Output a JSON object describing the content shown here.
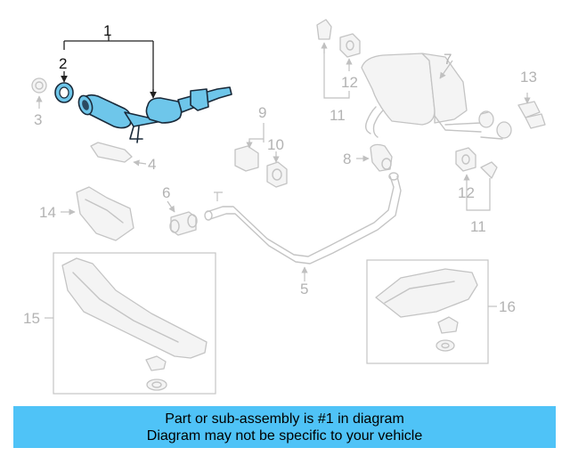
{
  "callouts": {
    "c1": "1",
    "c2": "2",
    "c3": "3",
    "c4": "4",
    "c5": "5",
    "c6": "6",
    "c7": "7",
    "c8": "8",
    "c9": "9",
    "c10": "10",
    "c11a": "11",
    "c11b": "11",
    "c12a": "12",
    "c12b": "12",
    "c13": "13",
    "c14": "14",
    "c15": "15",
    "c16": "16"
  },
  "footer": {
    "line1": "Part or sub-assembly is #1 in diagram",
    "line2": "Diagram may not be specific to your vehicle"
  },
  "colors": {
    "highlight": "#6ec6ea",
    "banner": "#4fc3f7",
    "muted": "#c4c4c4"
  }
}
